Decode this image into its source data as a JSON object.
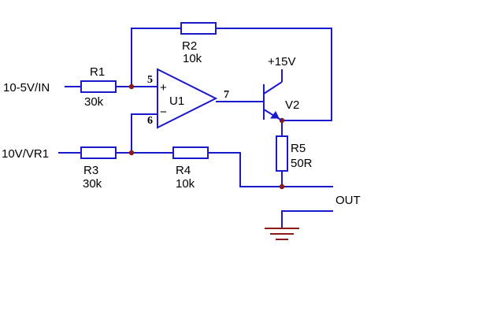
{
  "schematic": {
    "inputs": {
      "in": "10-5V/IN",
      "vr1": "10V/VR1"
    },
    "output": "OUT",
    "supply": "+15V",
    "opamp": {
      "ref": "U1",
      "pin_plus": "5",
      "pin_minus": "6",
      "pin_out": "7",
      "plus_sign": "+",
      "minus_sign": "−"
    },
    "transistor": {
      "ref": "V2"
    },
    "resistors": [
      {
        "ref": "R1",
        "value": "30k"
      },
      {
        "ref": "R2",
        "value": "10k"
      },
      {
        "ref": "R3",
        "value": "30k"
      },
      {
        "ref": "R4",
        "value": "10k"
      },
      {
        "ref": "R5",
        "value": "50R"
      }
    ],
    "colors": {
      "wire": "#1a1acc",
      "junction": "#8b1a1a",
      "ground": "#8b1a1a",
      "text": "#000000"
    }
  }
}
